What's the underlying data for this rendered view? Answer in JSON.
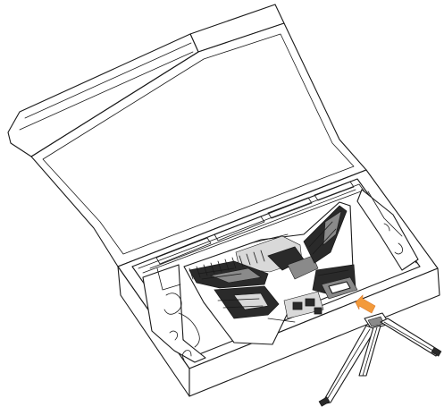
{
  "figure": {
    "components": [
      {
        "name": "box-lid",
        "kind": "open cardboard lid"
      },
      {
        "name": "box-tray",
        "kind": "packaging box with foam insert"
      },
      {
        "name": "monitor-back",
        "kind": "monitor lying face down"
      },
      {
        "name": "stand-base",
        "kind": "tripod stand base"
      },
      {
        "name": "insert-arrow",
        "kind": "direction arrow"
      }
    ],
    "colors": {
      "line": "#1a1a1a",
      "arrow": "#f39a3a",
      "panel_dark": "#2a2a2a",
      "panel_mid": "#8a8a8a",
      "background": "#ffffff"
    }
  }
}
